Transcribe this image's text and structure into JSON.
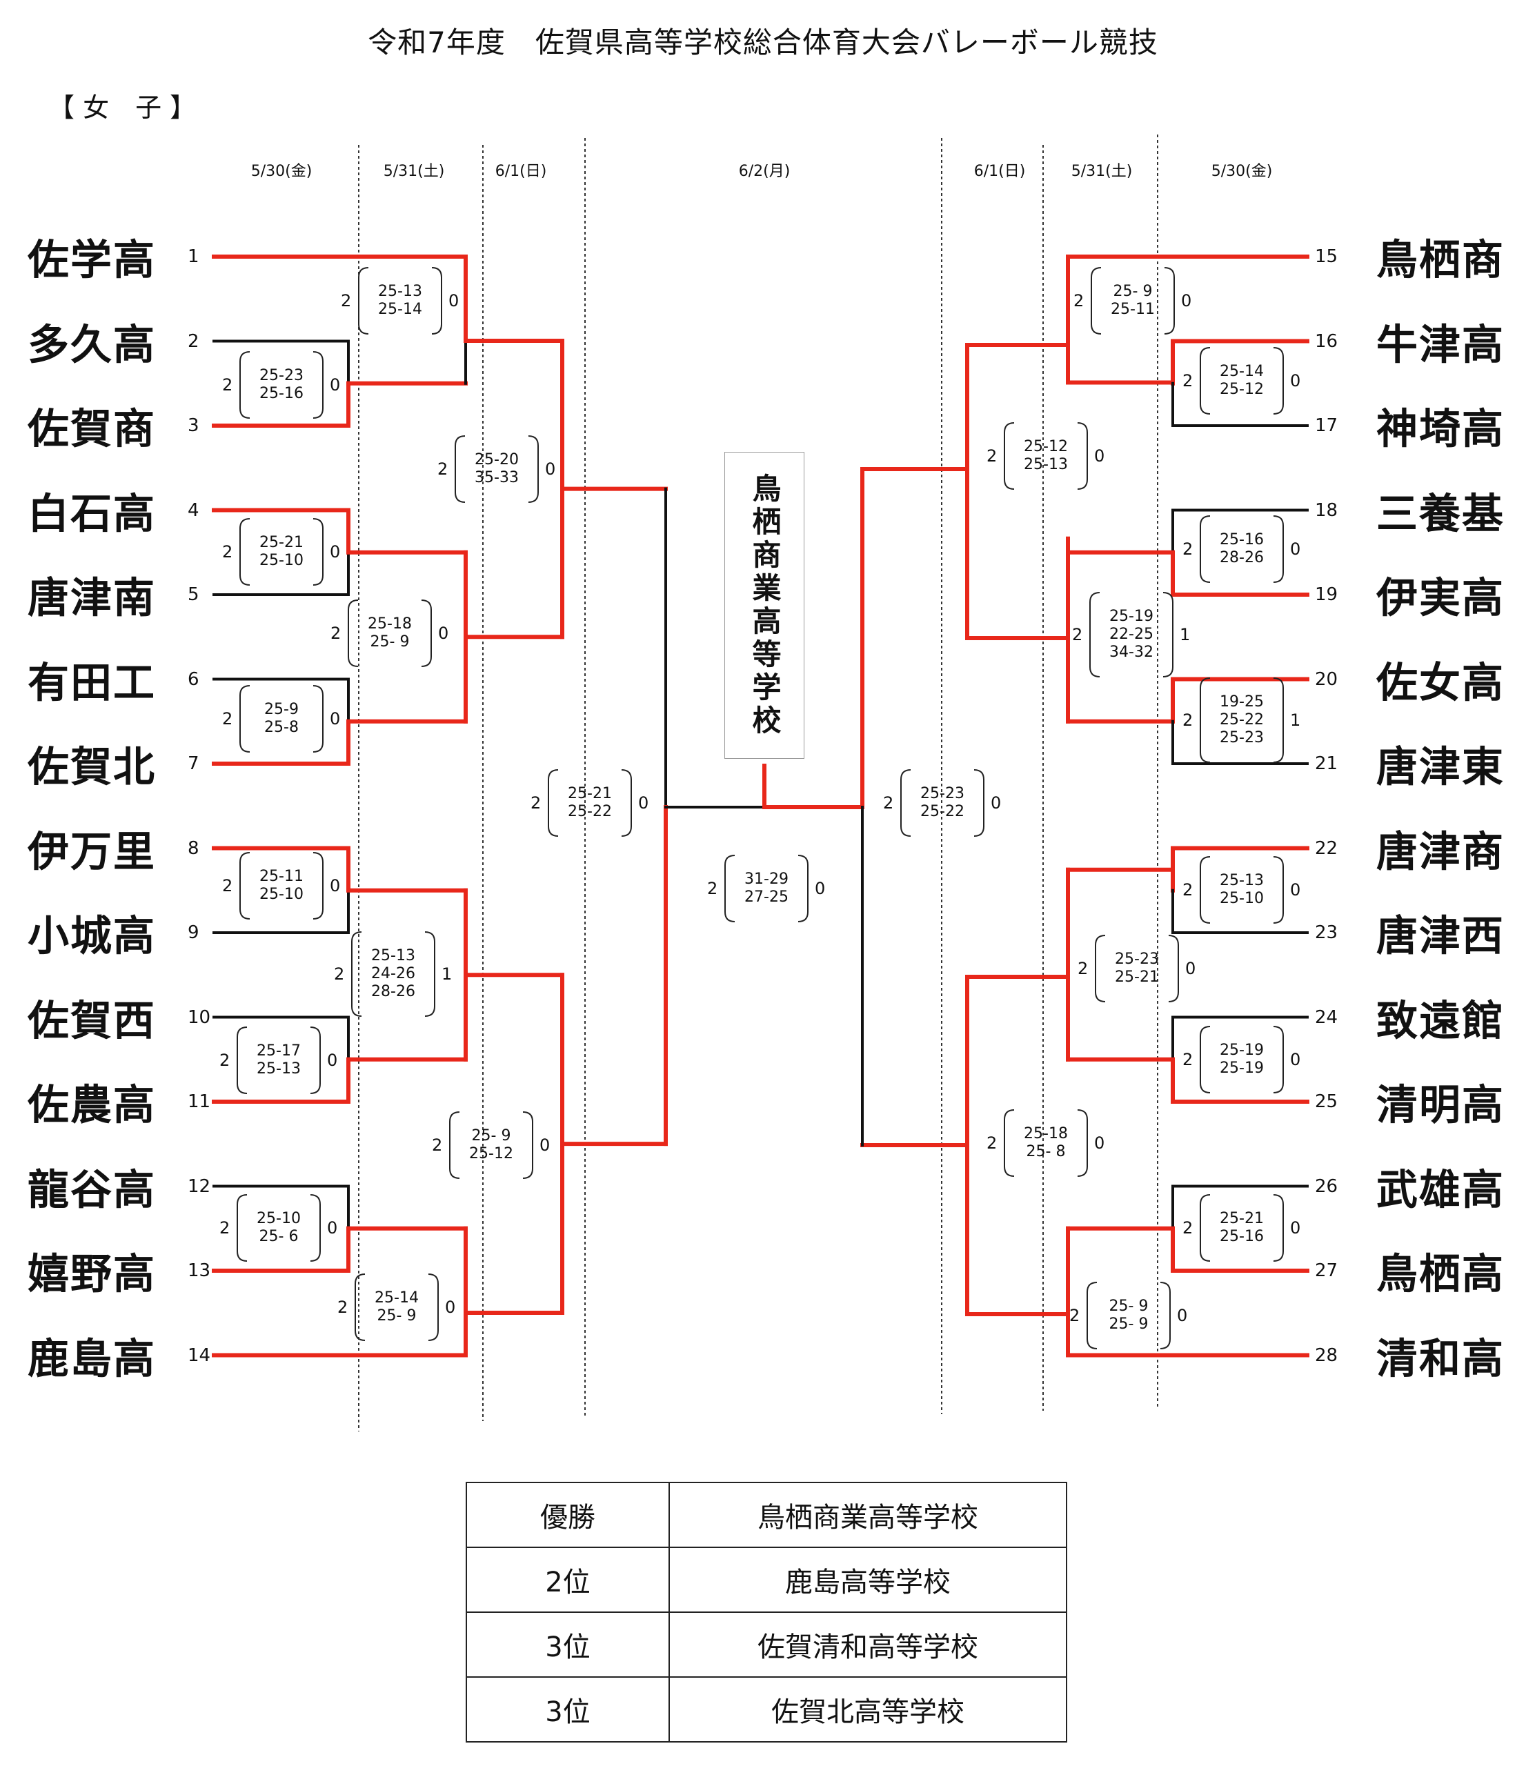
{
  "title": "令和7年度　佐賀県高等学校総合体育大会バレーボール競技",
  "division": "【 女　子 】",
  "dates_left": [
    "5/30(金)",
    "5/31(土)",
    "6/1(日)"
  ],
  "date_final": "6/2(月)",
  "dates_right": [
    "6/1(日)",
    "5/31(土)",
    "5/30(金)"
  ],
  "winner_vertical": "鳥栖商業高等学校",
  "teams_left": [
    {
      "no": "1",
      "name": "佐学高"
    },
    {
      "no": "2",
      "name": "多久高"
    },
    {
      "no": "3",
      "name": "佐賀商"
    },
    {
      "no": "4",
      "name": "白石高"
    },
    {
      "no": "5",
      "name": "唐津南"
    },
    {
      "no": "6",
      "name": "有田工"
    },
    {
      "no": "7",
      "name": "佐賀北"
    },
    {
      "no": "8",
      "name": "伊万里"
    },
    {
      "no": "9",
      "name": "小城高"
    },
    {
      "no": "10",
      "name": "佐賀西"
    },
    {
      "no": "11",
      "name": "佐農高"
    },
    {
      "no": "12",
      "name": "龍谷高"
    },
    {
      "no": "13",
      "name": "嬉野高"
    },
    {
      "no": "14",
      "name": "鹿島高"
    }
  ],
  "teams_right": [
    {
      "no": "15",
      "name": "鳥栖商"
    },
    {
      "no": "16",
      "name": "牛津高"
    },
    {
      "no": "17",
      "name": "神埼高"
    },
    {
      "no": "18",
      "name": "三養基"
    },
    {
      "no": "19",
      "name": "伊実高"
    },
    {
      "no": "20",
      "name": "佐女高"
    },
    {
      "no": "21",
      "name": "唐津東"
    },
    {
      "no": "22",
      "name": "唐津商"
    },
    {
      "no": "23",
      "name": "唐津西"
    },
    {
      "no": "24",
      "name": "致遠館"
    },
    {
      "no": "25",
      "name": "清明高"
    },
    {
      "no": "26",
      "name": "武雄高"
    },
    {
      "no": "27",
      "name": "鳥栖高"
    },
    {
      "no": "28",
      "name": "清和高"
    }
  ],
  "scores": [
    {
      "id": "L1-a",
      "sets": "25-23\n25-16",
      "w": "2",
      "l": "0"
    },
    {
      "id": "L1-b",
      "sets": "25-21\n25-10",
      "w": "2",
      "l": "0"
    },
    {
      "id": "L1-c",
      "sets": "25-9\n25-8",
      "w": "2",
      "l": "0"
    },
    {
      "id": "L1-d",
      "sets": "25-11\n25-10",
      "w": "2",
      "l": "0"
    },
    {
      "id": "L1-e",
      "sets": "25-17\n25-13",
      "w": "2",
      "l": "0"
    },
    {
      "id": "L1-f",
      "sets": "25-10\n25- 6",
      "w": "2",
      "l": "0"
    },
    {
      "id": "L2-a",
      "sets": "25-13\n25-14",
      "w": "2",
      "l": "0"
    },
    {
      "id": "L2-b",
      "sets": "25-18\n25- 9",
      "w": "2",
      "l": "0"
    },
    {
      "id": "L2-c",
      "sets": "25-13\n24-26\n28-26",
      "w": "2",
      "l": "1"
    },
    {
      "id": "L2-d",
      "sets": "25-14\n25- 9",
      "w": "2",
      "l": "0"
    },
    {
      "id": "L3-a",
      "sets": "25-20\n35-33",
      "w": "2",
      "l": "0"
    },
    {
      "id": "L3-b",
      "sets": "25- 9\n25-12",
      "w": "2",
      "l": "0"
    },
    {
      "id": "L4",
      "sets": "25-21\n25-22",
      "w": "2",
      "l": "0"
    },
    {
      "id": "F",
      "sets": "31-29\n27-25",
      "w": "2",
      "l": "0"
    },
    {
      "id": "R4",
      "sets": "25-23\n25-22",
      "w": "2",
      "l": "0"
    },
    {
      "id": "R3-a",
      "sets": "25-12\n25-13",
      "w": "2",
      "l": "0"
    },
    {
      "id": "R3-b",
      "sets": "25-18\n25- 8",
      "w": "2",
      "l": "0"
    },
    {
      "id": "R2-a",
      "sets": "25- 9\n25-11",
      "w": "2",
      "l": "0"
    },
    {
      "id": "R2-b",
      "sets": "25-19\n22-25\n34-32",
      "w": "2",
      "l": "1"
    },
    {
      "id": "R2-c",
      "sets": "25-23\n25-21",
      "w": "2",
      "l": "0"
    },
    {
      "id": "R2-d",
      "sets": "25- 9\n25- 9",
      "w": "2",
      "l": "0"
    },
    {
      "id": "R1-a",
      "sets": "25-14\n25-12",
      "w": "2",
      "l": "0"
    },
    {
      "id": "R1-b",
      "sets": "25-16\n28-26",
      "w": "2",
      "l": "0"
    },
    {
      "id": "R1-c",
      "sets": "19-25\n25-22\n25-23",
      "w": "2",
      "l": "1"
    },
    {
      "id": "R1-d",
      "sets": "25-13\n25-10",
      "w": "2",
      "l": "0"
    },
    {
      "id": "R1-e",
      "sets": "25-19\n25-19",
      "w": "2",
      "l": "0"
    },
    {
      "id": "R1-f",
      "sets": "25-21\n25-16",
      "w": "2",
      "l": "0"
    }
  ],
  "results": [
    {
      "rank": "優勝",
      "school": "鳥栖商業高等学校"
    },
    {
      "rank": "2位",
      "school": "鹿島高等学校"
    },
    {
      "rank": "3位",
      "school": "佐賀清和高等学校"
    },
    {
      "rank": "3位",
      "school": "佐賀北高等学校"
    }
  ],
  "colors": {
    "win_line": "#e8271a",
    "lose_line": "#111111"
  }
}
